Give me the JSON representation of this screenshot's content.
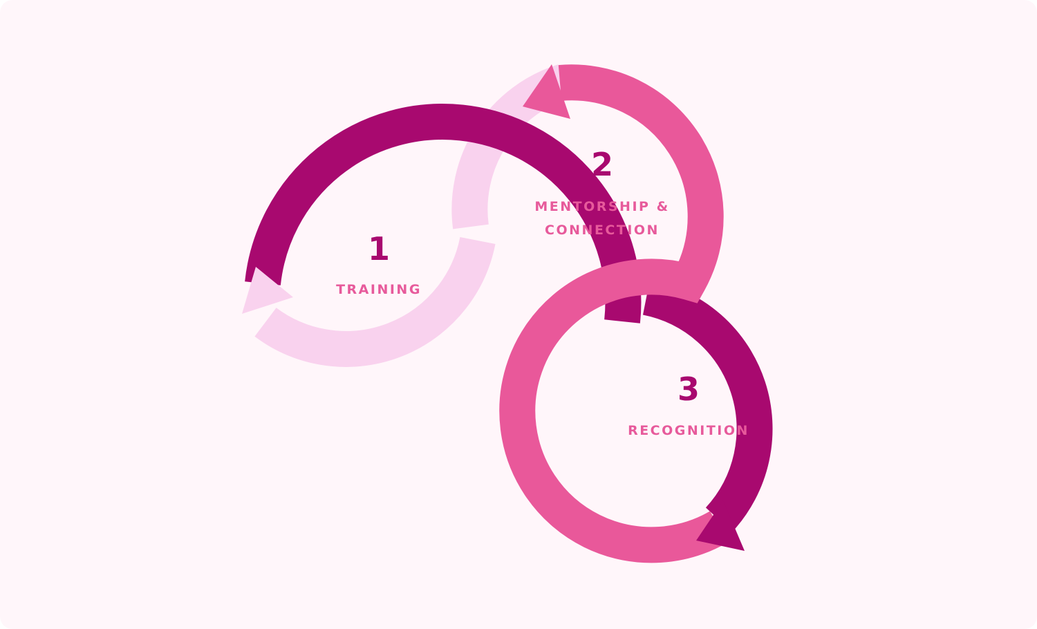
{
  "colors": {
    "background": "#fff6fa",
    "dark_magenta": "#a8096f",
    "medium_pink": "#e9589a",
    "light_pink": "#f9d2ee",
    "number_text": "#a8096f",
    "label_text": "#e75a9b"
  },
  "steps": [
    {
      "number": "1",
      "label_lines": [
        "TRAINING"
      ]
    },
    {
      "number": "2",
      "label_lines": [
        "MENTORSHIP &",
        "CONNECTION"
      ]
    },
    {
      "number": "3",
      "label_lines": [
        "RECOGNITION"
      ]
    }
  ]
}
